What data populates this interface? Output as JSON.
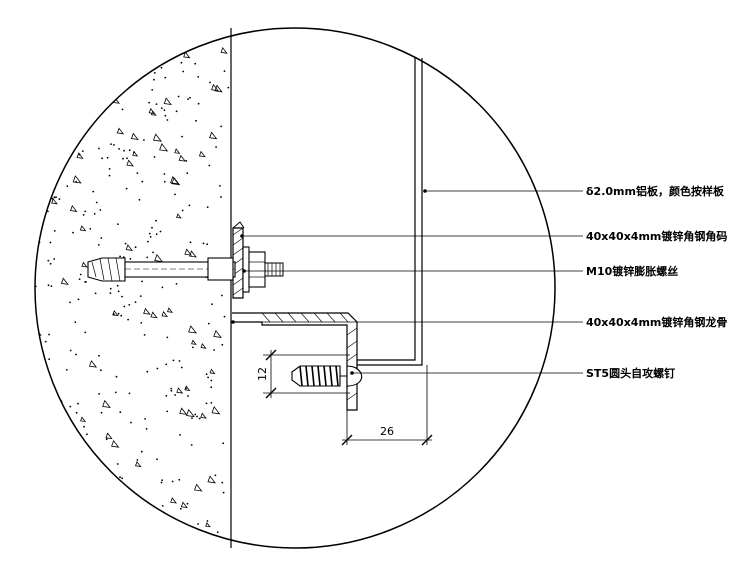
{
  "drawing": {
    "callouts": [
      {
        "id": "panel",
        "text": "δ2.0mm铝板，颜色按样板"
      },
      {
        "id": "bracket",
        "text": "40x40x4mm镀锌角钢角码"
      },
      {
        "id": "bolt",
        "text": "M10镀锌膨胀螺丝"
      },
      {
        "id": "keel",
        "text": "40x40x4mm镀锌角钢龙骨"
      },
      {
        "id": "screw",
        "text": "ST5圆头自攻螺钉"
      }
    ],
    "dimensions": {
      "screw_spacing": "12",
      "keel_offset": "26"
    },
    "colors": {
      "line": "#000000",
      "background": "#ffffff"
    }
  }
}
